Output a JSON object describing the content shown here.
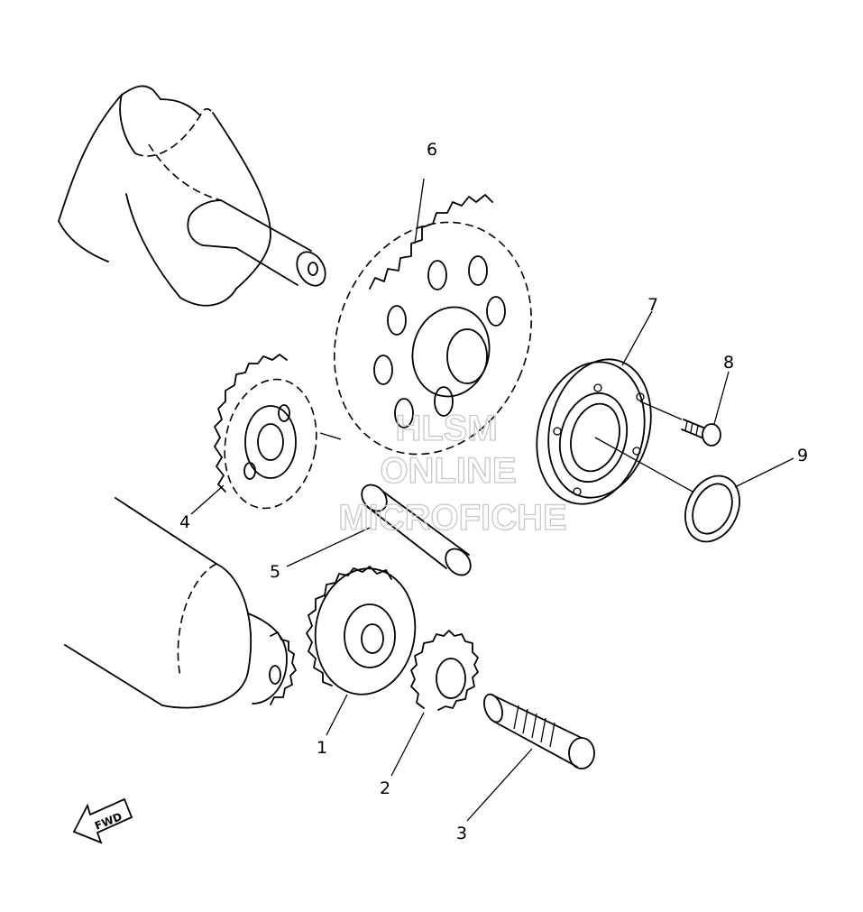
{
  "callouts": [
    {
      "id": "1",
      "text": "1"
    },
    {
      "id": "2",
      "text": "2"
    },
    {
      "id": "3",
      "text": "3"
    },
    {
      "id": "4",
      "text": "4"
    },
    {
      "id": "5",
      "text": "5"
    },
    {
      "id": "6",
      "text": "6"
    },
    {
      "id": "7",
      "text": "7"
    },
    {
      "id": "8",
      "text": "8"
    },
    {
      "id": "9",
      "text": "9"
    }
  ],
  "watermark": {
    "line1": "HLSM",
    "line2": "ONLINE",
    "line3": "MICROFICHE"
  },
  "direction_label": "FWD"
}
